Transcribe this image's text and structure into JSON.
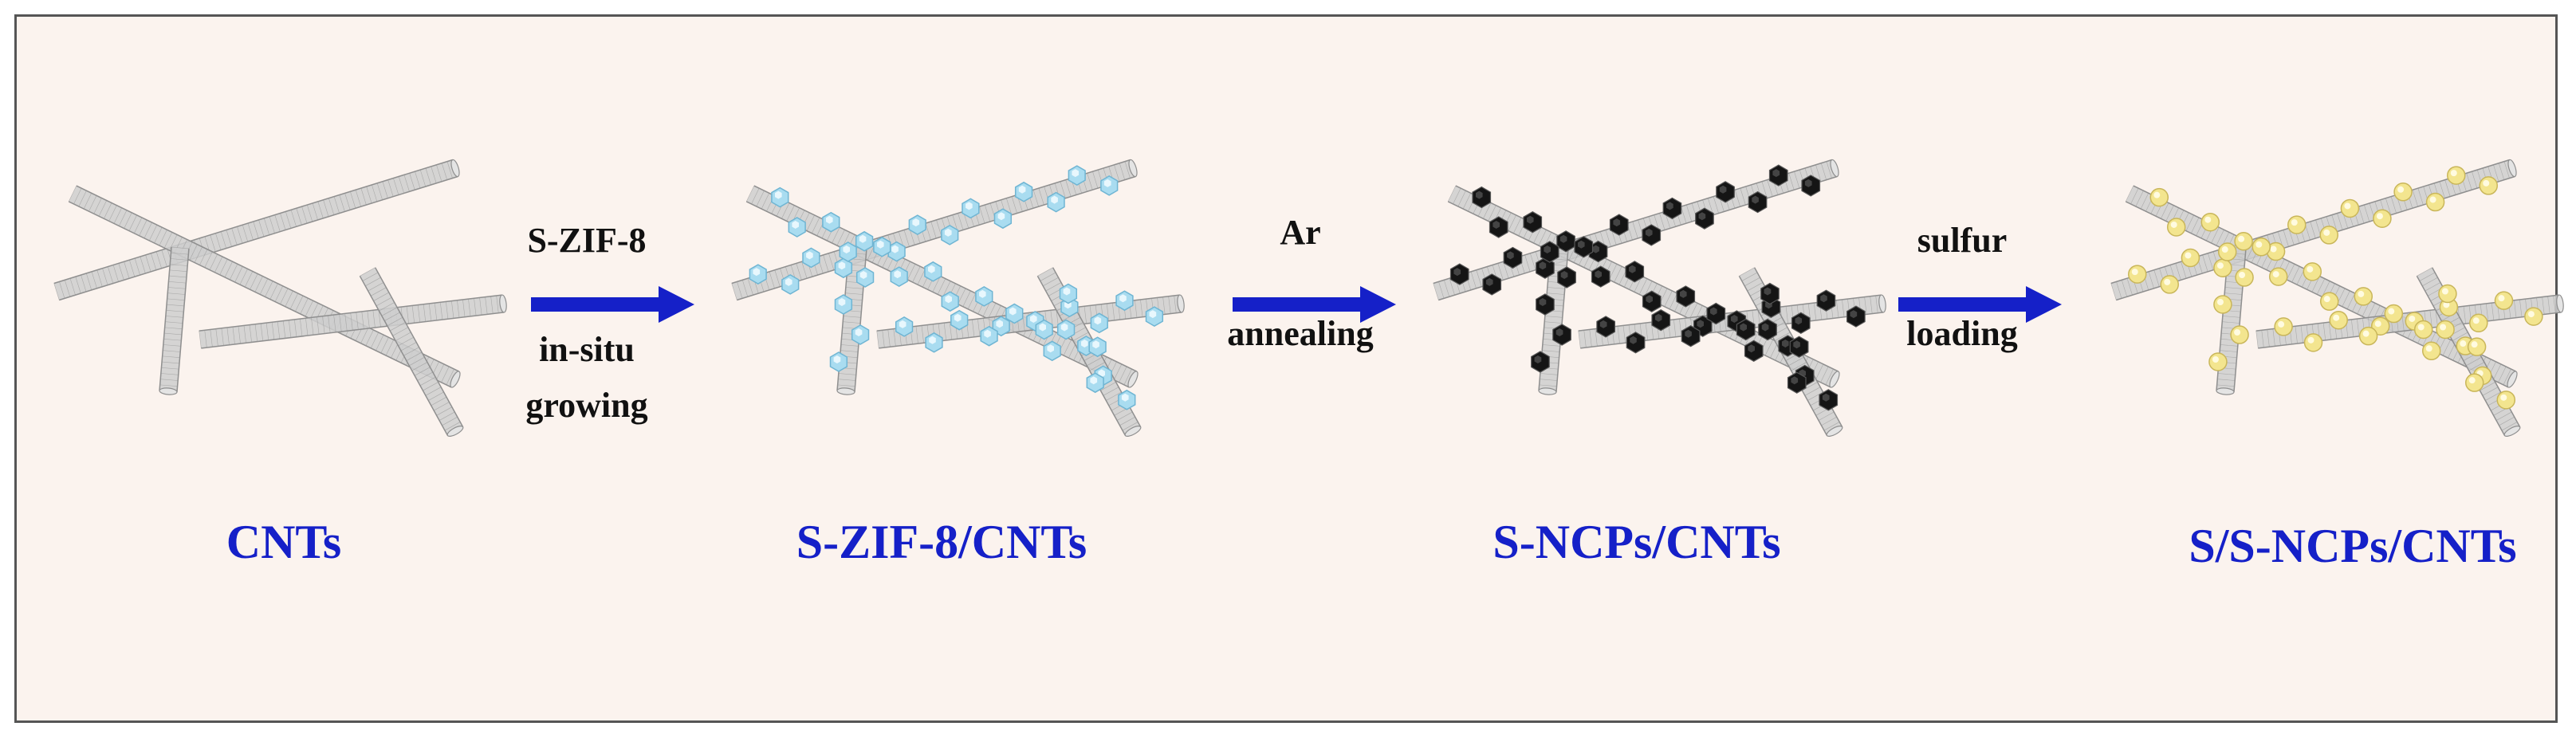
{
  "stages": [
    {
      "label": "CNTs",
      "particles": "none",
      "particle_color": "#ffffff"
    },
    {
      "label": "S-ZIF-8/CNTs",
      "particles": "crystal",
      "particle_color": "#a9dcf0"
    },
    {
      "label": "S-NCPs/CNTs",
      "particles": "dark",
      "particle_color": "#151515"
    },
    {
      "label": "S/S-NCPs/CNTs",
      "particles": "sulfur",
      "particle_color": "#f3e58f"
    }
  ],
  "steps": [
    {
      "above": "S-ZIF-8",
      "below_1": "in-situ",
      "below_2": "growing"
    },
    {
      "above": "Ar",
      "below_1": "annealing",
      "below_2": ""
    },
    {
      "above": "sulfur",
      "below_1": "loading",
      "below_2": ""
    }
  ],
  "colors": {
    "label": "#1520c8",
    "arrow": "#1520c8",
    "background": "#fbf3ee",
    "tube": "#cfcfcf",
    "tube_edge": "#8f8f8f"
  }
}
